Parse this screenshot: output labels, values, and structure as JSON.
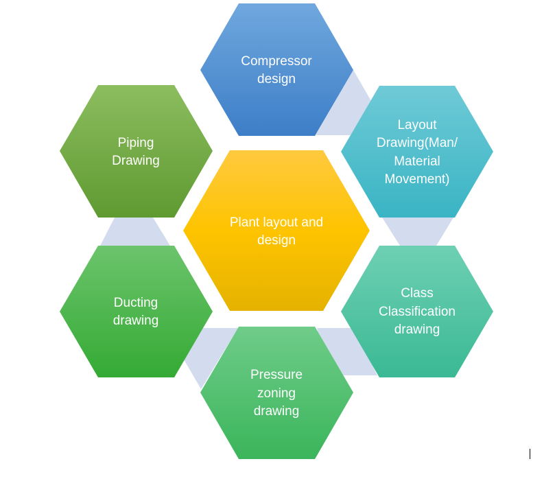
{
  "colors": {
    "connector": "#d3dcee",
    "text": "#ffffff"
  },
  "center": {
    "lines": [
      "Plant layout and",
      "design"
    ]
  },
  "nodes": [
    {
      "id": "compressor",
      "lines": [
        "Compressor",
        "design"
      ]
    },
    {
      "id": "layout",
      "lines": [
        "Layout",
        "Drawing(Man/",
        "Material",
        "Movement)"
      ]
    },
    {
      "id": "class",
      "lines": [
        "Class",
        "Classification",
        "drawing"
      ]
    },
    {
      "id": "pressure",
      "lines": [
        "Pressure",
        "zoning",
        "drawing"
      ]
    },
    {
      "id": "ducting",
      "lines": [
        "Ducting",
        "drawing"
      ]
    },
    {
      "id": "piping",
      "lines": [
        "Piping",
        "Drawing"
      ]
    }
  ]
}
